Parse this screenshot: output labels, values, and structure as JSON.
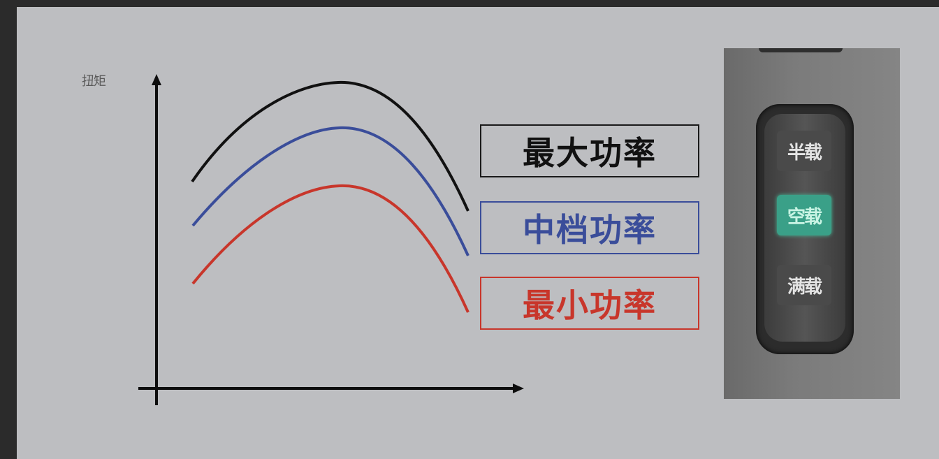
{
  "diagram": {
    "y_axis_label": "扭矩",
    "curves": [
      {
        "color": "#111111"
      },
      {
        "color": "#3a4d9a"
      },
      {
        "color": "#c8362b"
      }
    ]
  },
  "legend": {
    "max_power": "最大功率",
    "mid_power": "中档功率",
    "min_power": "最小功率"
  },
  "switch_panel": {
    "half_load": "半载",
    "no_load": "空载",
    "full_load": "满载",
    "active_color": "#3aa088"
  }
}
